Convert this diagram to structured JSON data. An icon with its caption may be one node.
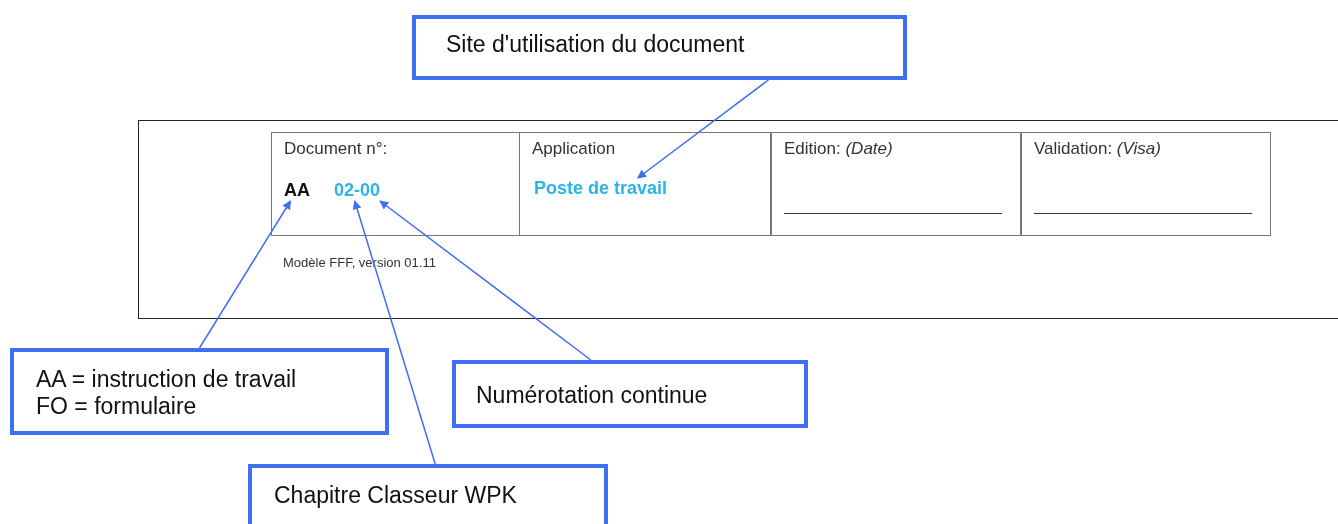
{
  "diagram": {
    "nodes": [
      {
        "text": [
          "Site d'utilisation du document"
        ]
      },
      {
        "text": [
          "Modèle FFF, version 01.11"
        ]
      },
      {
        "text": [
          "Document n°:"
        ],
        "in": 1
      },
      {
        "text": [
          "AA"
        ],
        "in": 2
      },
      {
        "text": [
          "02-00"
        ],
        "in": 2
      },
      {
        "text": [
          "Application"
        ],
        "in": 1
      },
      {
        "text": [
          "Poste de travail"
        ],
        "in": 5
      },
      {
        "text": [
          "Edition: *(Date)*"
        ],
        "in": 1
      },
      {
        "text": [
          "Validation: *(Visa)*"
        ],
        "in": 1
      },
      {
        "text": [
          "AA = instruction de travail",
          "FO = formulaire"
        ]
      },
      {
        "text": [
          "Numérotation continue"
        ]
      },
      {
        "text": [
          "Chapitre Classeur WPK"
        ]
      }
    ],
    "edges": [
      {
        "from": 0,
        "to": 6,
        "arrow": "to"
      },
      {
        "from": 9,
        "to": 3,
        "arrow": "to"
      },
      {
        "from": 11,
        "to": 4,
        "arrow": "to"
      },
      {
        "from": 10,
        "to": 4,
        "arrow": "to"
      }
    ]
  }
}
